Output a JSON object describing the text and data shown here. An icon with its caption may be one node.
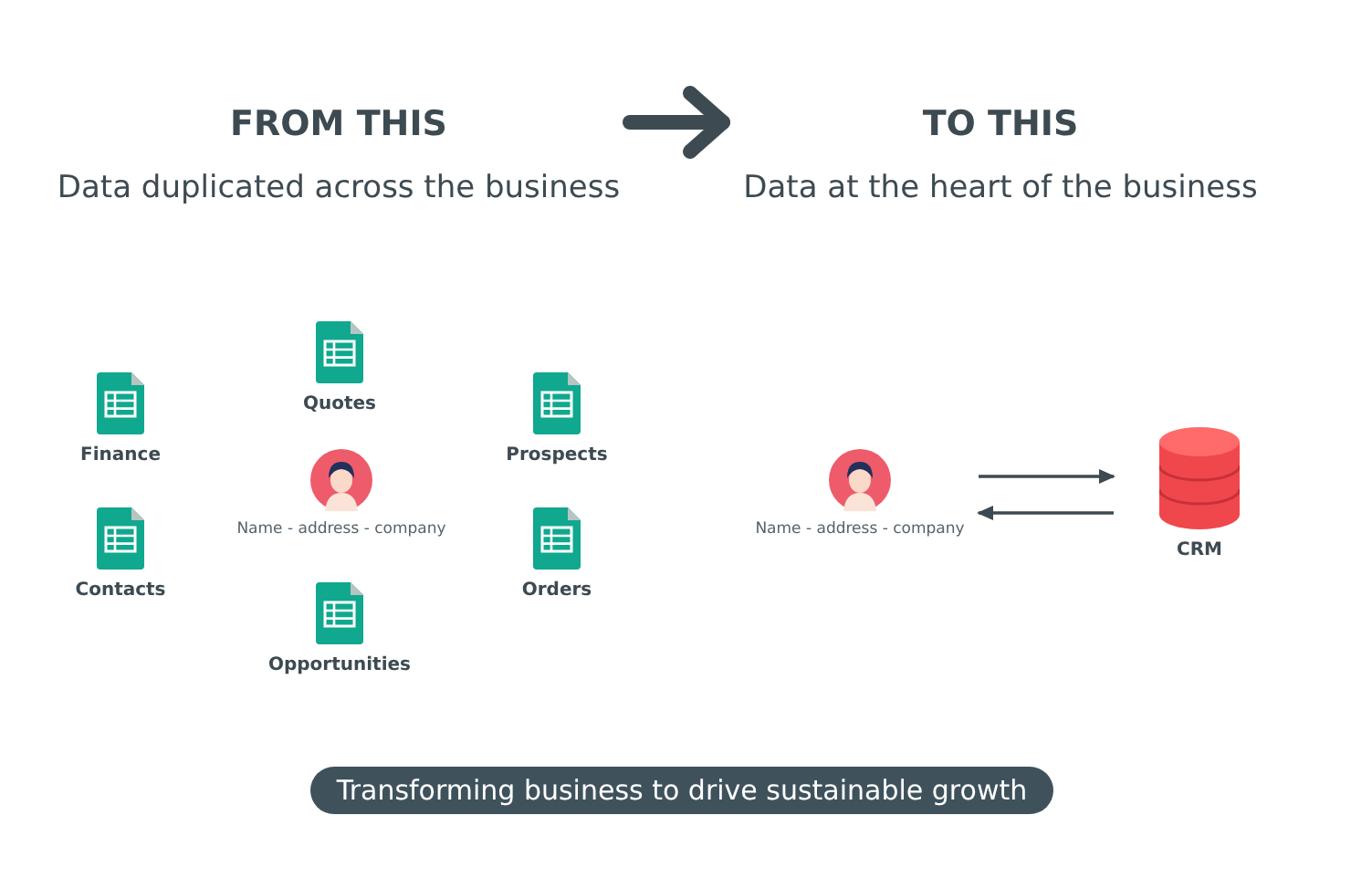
{
  "diagram": {
    "nodes": [
      {
        "text": [
          "FROM THIS",
          "Data duplicated across the business"
        ]
      },
      {
        "text": [
          "TO THIS",
          "Data at the heart of the business"
        ]
      },
      {
        "text": [
          "Quotes"
        ]
      },
      {
        "text": [
          "Finance"
        ]
      },
      {
        "text": [
          "Name - address - company"
        ]
      },
      {
        "text": [
          "Prospects"
        ]
      },
      {
        "text": [
          "Contacts"
        ]
      },
      {
        "text": [
          "Orders"
        ]
      },
      {
        "text": [
          "Opportunities"
        ]
      },
      {
        "text": [
          "Name - address - company"
        ]
      },
      {
        "text": [
          "CRM"
        ]
      },
      {
        "text": [
          "Transforming business to drive sustainable growth"
        ]
      }
    ],
    "edges": [
      {
        "from": 0,
        "to": 1,
        "arrow": "to",
        "style": "thick"
      },
      {
        "from": 9,
        "to": 10,
        "arrow": "to"
      },
      {
        "from": 10,
        "to": 9,
        "arrow": "to"
      }
    ]
  }
}
